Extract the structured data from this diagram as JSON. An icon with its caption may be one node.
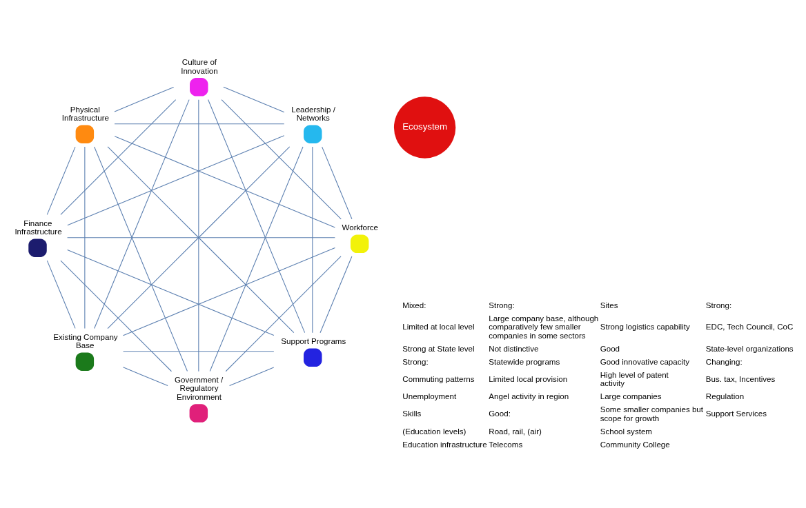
{
  "diagram": {
    "nodes": [
      {
        "text": [],
        "shape": "circle",
        "beside": [
          "Support Programs"
        ]
      },
      {
        "text": [],
        "shape": "circle",
        "beside": [
          "Workforce"
        ]
      },
      {
        "text": [],
        "shape": "circle",
        "beside": [
          "Existing Company Base"
        ]
      },
      {
        "text": [],
        "shape": "circle",
        "beside": [
          "Finance Infrastructure"
        ]
      },
      {
        "text": [
          "Ecosystem"
        ]
      },
      {
        "text": [],
        "shape": "circle",
        "beside": [
          "Physical Infrastructure"
        ]
      },
      {
        "text": [],
        "shape": "circle",
        "beside": [
          "Culture of Innovation"
        ]
      },
      {
        "text": [],
        "shape": "circle",
        "beside": [
          "Leadership / Networks"
        ]
      },
      {
        "text": [],
        "shape": "circle",
        "beside": [
          "Government / Regulatory Environment"
        ]
      }
    ],
    "edges": [
      {
        "from": 0,
        "to": 2,
        "arrow": "none"
      },
      {
        "from": 2,
        "to": 5,
        "arrow": "none"
      },
      {
        "from": 5,
        "to": 7,
        "arrow": "none"
      },
      {
        "from": 7,
        "to": 8,
        "arrow": "none"
      },
      {
        "from": 8,
        "to": 6,
        "arrow": "none"
      },
      {
        "from": 6,
        "to": 3,
        "arrow": "none"
      },
      {
        "from": 3,
        "to": 1,
        "arrow": "none"
      },
      {
        "from": 1,
        "to": 0,
        "arrow": "none"
      },
      {
        "from": 0,
        "to": 5,
        "arrow": "none"
      },
      {
        "from": 0,
        "to": 7,
        "arrow": "none"
      },
      {
        "from": 0,
        "to": 8,
        "arrow": "none"
      },
      {
        "from": 0,
        "to": 6,
        "arrow": "none"
      },
      {
        "from": 0,
        "to": 3,
        "arrow": "none"
      },
      {
        "from": 2,
        "to": 7,
        "arrow": "none"
      },
      {
        "from": 2,
        "to": 8,
        "arrow": "none"
      },
      {
        "from": 2,
        "to": 6,
        "arrow": "none"
      },
      {
        "from": 2,
        "to": 3,
        "arrow": "none"
      },
      {
        "from": 2,
        "to": 1,
        "arrow": "none"
      },
      {
        "from": 5,
        "to": 8,
        "arrow": "none"
      },
      {
        "from": 5,
        "to": 6,
        "arrow": "none"
      },
      {
        "from": 5,
        "to": 3,
        "arrow": "none"
      },
      {
        "from": 5,
        "to": 1,
        "arrow": "none"
      },
      {
        "from": 7,
        "to": 6,
        "arrow": "none"
      },
      {
        "from": 7,
        "to": 3,
        "arrow": "none"
      },
      {
        "from": 7,
        "to": 1,
        "arrow": "none"
      },
      {
        "from": 8,
        "to": 3,
        "arrow": "none"
      },
      {
        "from": 8,
        "to": 1,
        "arrow": "none"
      },
      {
        "from": 6,
        "to": 1,
        "arrow": "none"
      }
    ],
    "labels": [
      "Mixed:",
      "Limited at local level",
      "Strong at State level",
      "Strong:",
      "Commuting patterns",
      "Unemployment",
      "Skills",
      "(Education levels)",
      "Education infrastructure",
      "Strong:",
      "Large company base, although comparatively few smaller companies in some sectors",
      "Not distinctive",
      "Statewide programs",
      "Limited local provision",
      "Angel activity in region",
      "Good:",
      "Road, rail, (air)",
      "Telecoms",
      "Sites",
      "Strong logistics capability",
      "Good",
      "Good innovative capacity",
      "High level of patent activity",
      "Large companies",
      "Some smaller companies but scope for growth",
      "School system",
      "Community College",
      "Strong:",
      "EDC, Tech Council, CoC",
      "State-level organizations",
      "Changing:",
      "Bus. tax, Incentives",
      "Regulation",
      "Support Services"
    ]
  }
}
